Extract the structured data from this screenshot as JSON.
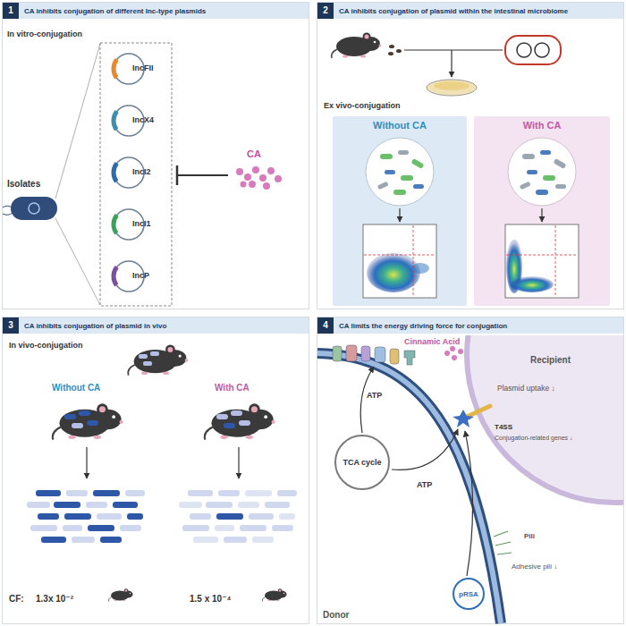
{
  "diagram": {
    "nodes": [
      {
        "text": [
          "1",
          "CA inhibits conjugation of different Inc-type plasmids"
        ]
      },
      {
        "text": [
          "IncFII"
        ],
        "in": 0
      },
      {
        "text": [
          "IncX4"
        ],
        "in": 0
      },
      {
        "text": [
          "IncI2"
        ],
        "in": 0
      },
      {
        "text": [
          "IncI1"
        ],
        "in": 0
      },
      {
        "text": [
          "IncP"
        ],
        "in": 0
      },
      {
        "text": [
          "2",
          "CA inhibits conjugation of plasmid within the intestinal microbiome"
        ]
      },
      {
        "text": [
          "Without CA"
        ],
        "in": 6
      },
      {
        "text": [
          "With CA"
        ],
        "in": 6
      },
      {
        "text": [
          "3",
          "CA inhibits conjugation of plasmid in vivo"
        ]
      },
      {
        "text": [
          "4",
          "CA limits the energy driving force for conjugation"
        ]
      },
      {
        "text": [
          "Recipient"
        ],
        "in": 10
      },
      {
        "text": [
          "Donor"
        ],
        "in": 10
      },
      {
        "text": [
          "TCA cycle"
        ],
        "in": 12
      },
      {
        "text": [
          "pRSA"
        ],
        "in": 12
      }
    ],
    "labels": [
      "In vitro-conjugation",
      "Isolates",
      "CA",
      "Ex vivo-conjugation",
      "In vivo-conjugation",
      "Without CA",
      "With CA",
      "CF:",
      "1.3x 10⁻²",
      "1.5 x 10⁻⁴",
      "Cinnamic Acid",
      "ATP",
      "ATP",
      "Plasmid uptake ↓",
      "T4SS",
      "Conjugation-related genes ↓",
      "Pili",
      "Adhesive pili ↓"
    ]
  }
}
